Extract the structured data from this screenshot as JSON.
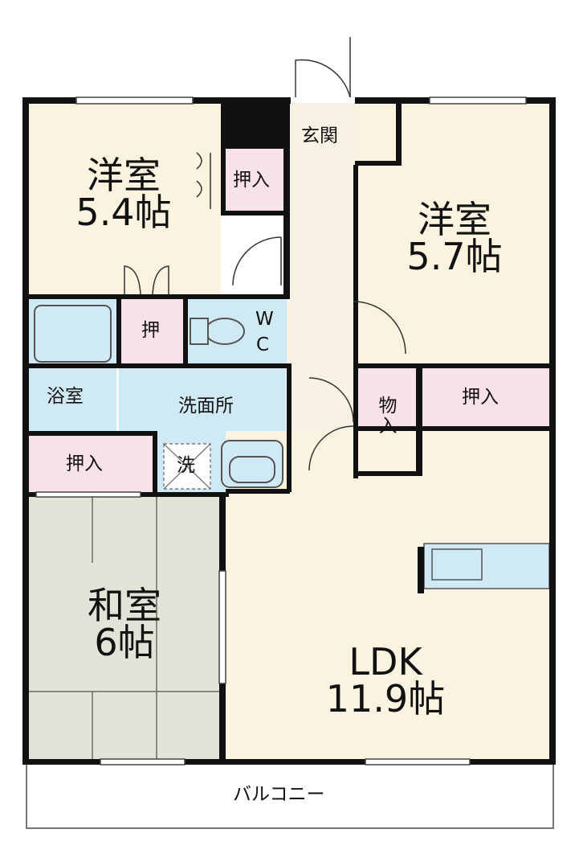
{
  "colors": {
    "wall": "#111111",
    "western_room": "#fbf3e0",
    "water_area": "#cfeaf5",
    "storage": "#f8e1ea",
    "tatami": "#e1e5d7",
    "hall": "#f7f2e4",
    "balcony": "#ffffff"
  },
  "rooms": {
    "western_1": {
      "name": "洋室",
      "size": "5.4帖"
    },
    "western_2": {
      "name": "洋室",
      "size": "5.7帖"
    },
    "japanese": {
      "name": "和室",
      "size": "6帖"
    },
    "ldk": {
      "name": "LDK",
      "size": "11.9帖"
    },
    "entrance": "玄関",
    "bath": "浴室",
    "washroom": "洗面所",
    "washer": "洗",
    "wc_w": "W",
    "wc_c": "C",
    "closet_a": "押入",
    "closet_b": "押",
    "closet_c": "押入",
    "closet_d": "押入",
    "storage": "物入",
    "balcony": "バルコニー"
  }
}
